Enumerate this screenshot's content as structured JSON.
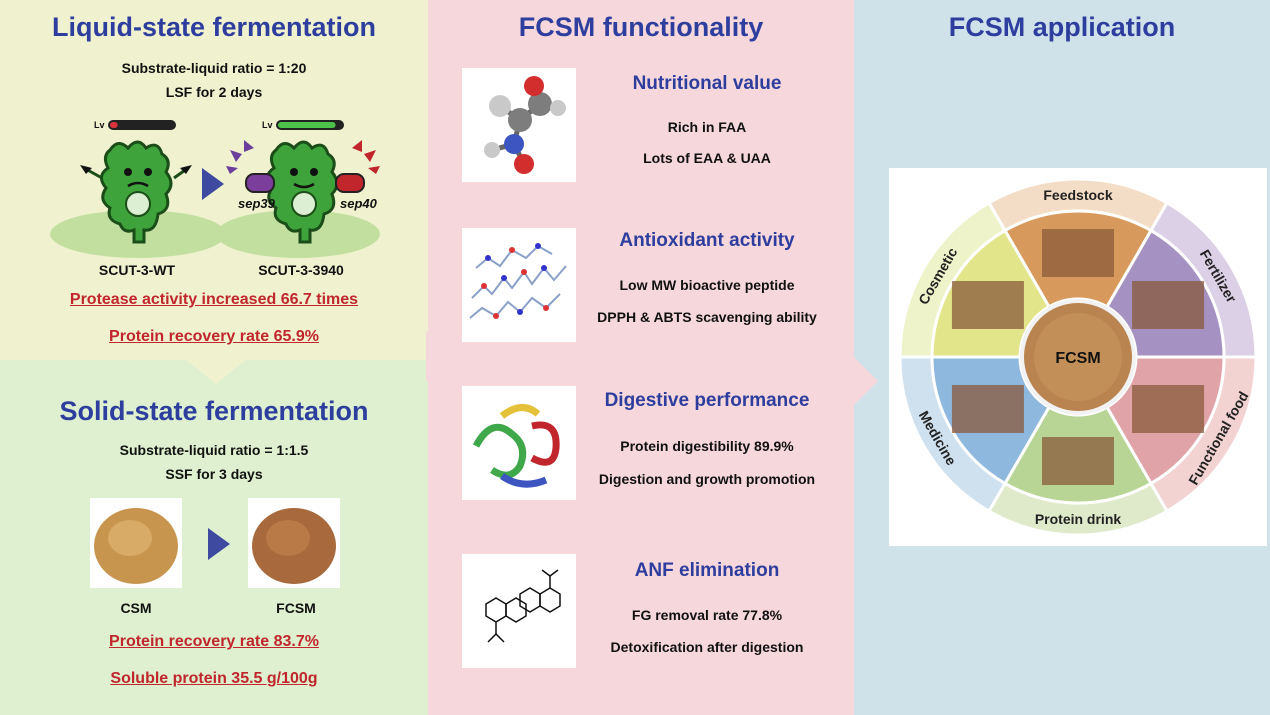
{
  "lsf": {
    "title": "Liquid-state fermentation",
    "ratio": "Substrate-liquid ratio = 1:20",
    "duration": "LSF for 2 days",
    "level_label": "Lv",
    "wt_level": 0.12,
    "mut_level": 0.9,
    "gene_left": "sep39",
    "gene_right": "sep40",
    "strain_wt": "SCUT-3-WT",
    "strain_mut": "SCUT-3-3940",
    "result1": "Protease activity increased 66.7 times",
    "result2": "Protein recovery rate 65.9%"
  },
  "ssf": {
    "title": "Solid-state fermentation",
    "ratio": "Substrate-liquid ratio = 1:1.5",
    "duration": "SSF for 3 days",
    "label_before": "CSM",
    "label_after": "FCSM",
    "result1": "Protein recovery rate 83.7%",
    "result2": "Soluble protein 35.5 g/100g"
  },
  "functionality": {
    "title": "FCSM functionality",
    "features": [
      {
        "title": "Nutritional value",
        "line1": "Rich in FAA",
        "line2": "Lots of EAA & UAA"
      },
      {
        "title": "Antioxidant activity",
        "line1": "Low MW bioactive peptide",
        "line2": "DPPH & ABTS scavenging ability"
      },
      {
        "title": "Digestive performance",
        "line1": "Protein digestibility 89.9%",
        "line2": "Digestion and growth promotion"
      },
      {
        "title": "ANF elimination",
        "line1": "FG removal rate 77.8%",
        "line2": "Detoxification after digestion"
      }
    ]
  },
  "application": {
    "title": "FCSM application",
    "center": "FCSM",
    "segments": [
      "Feedstock",
      "Fertilizer",
      "Functional food",
      "Protein drink",
      "Medicine",
      "Cosmetic"
    ],
    "colors": {
      "feedstock": "#f4ddc6",
      "fertilizer": "#dcd0e6",
      "functional_food": "#f3d2d2",
      "protein_drink": "#dfeacb",
      "medicine": "#cfe0ee",
      "cosmetic": "#eef3c9",
      "title_blue": "#2e3e9e",
      "result_red": "#c0262c"
    }
  }
}
